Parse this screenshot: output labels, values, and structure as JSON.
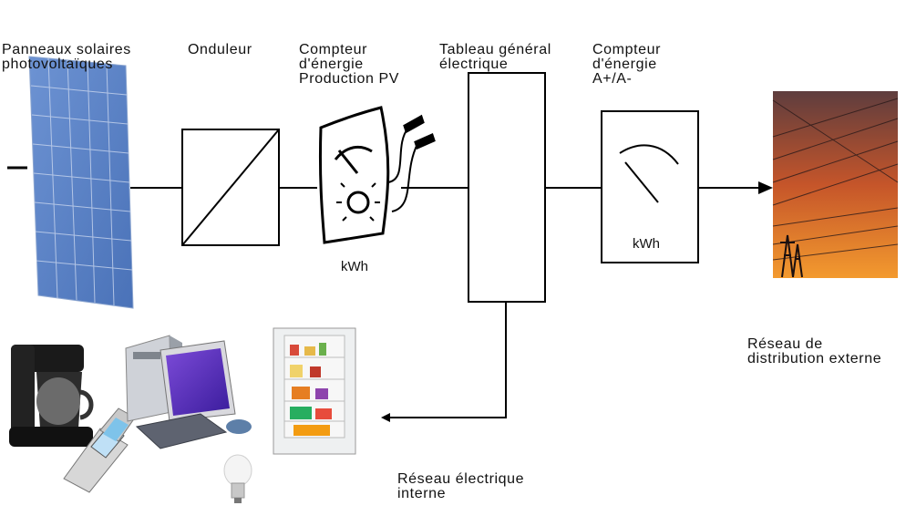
{
  "labels": {
    "panels": [
      "Panneaux solaires",
      "photovoltaïques"
    ],
    "inverter": [
      "Onduleur"
    ],
    "pv_meter": [
      "Compteur",
      "d'énergie",
      "Production PV"
    ],
    "panel_board": [
      "Tableau général",
      "électrique"
    ],
    "grid_meter": [
      "Compteur",
      "d'énergie",
      "A+/A-"
    ],
    "external_grid": [
      "Réseau de",
      "distribution externe"
    ],
    "internal_grid": [
      "Réseau électrique",
      "interne"
    ]
  },
  "pv_meter_unit": "kWh",
  "grid_meter_unit": "kWh",
  "colors": {
    "panel": "#5b82c4",
    "sunset_top": "#6a3f3a",
    "sunset_bottom": "#f08a2a",
    "line": "#000000"
  },
  "appliances": [
    "coffee-maker-icon",
    "desktop-computer-icon",
    "refrigerator-icon",
    "mobile-phone-icon",
    "light-bulb-icon"
  ]
}
